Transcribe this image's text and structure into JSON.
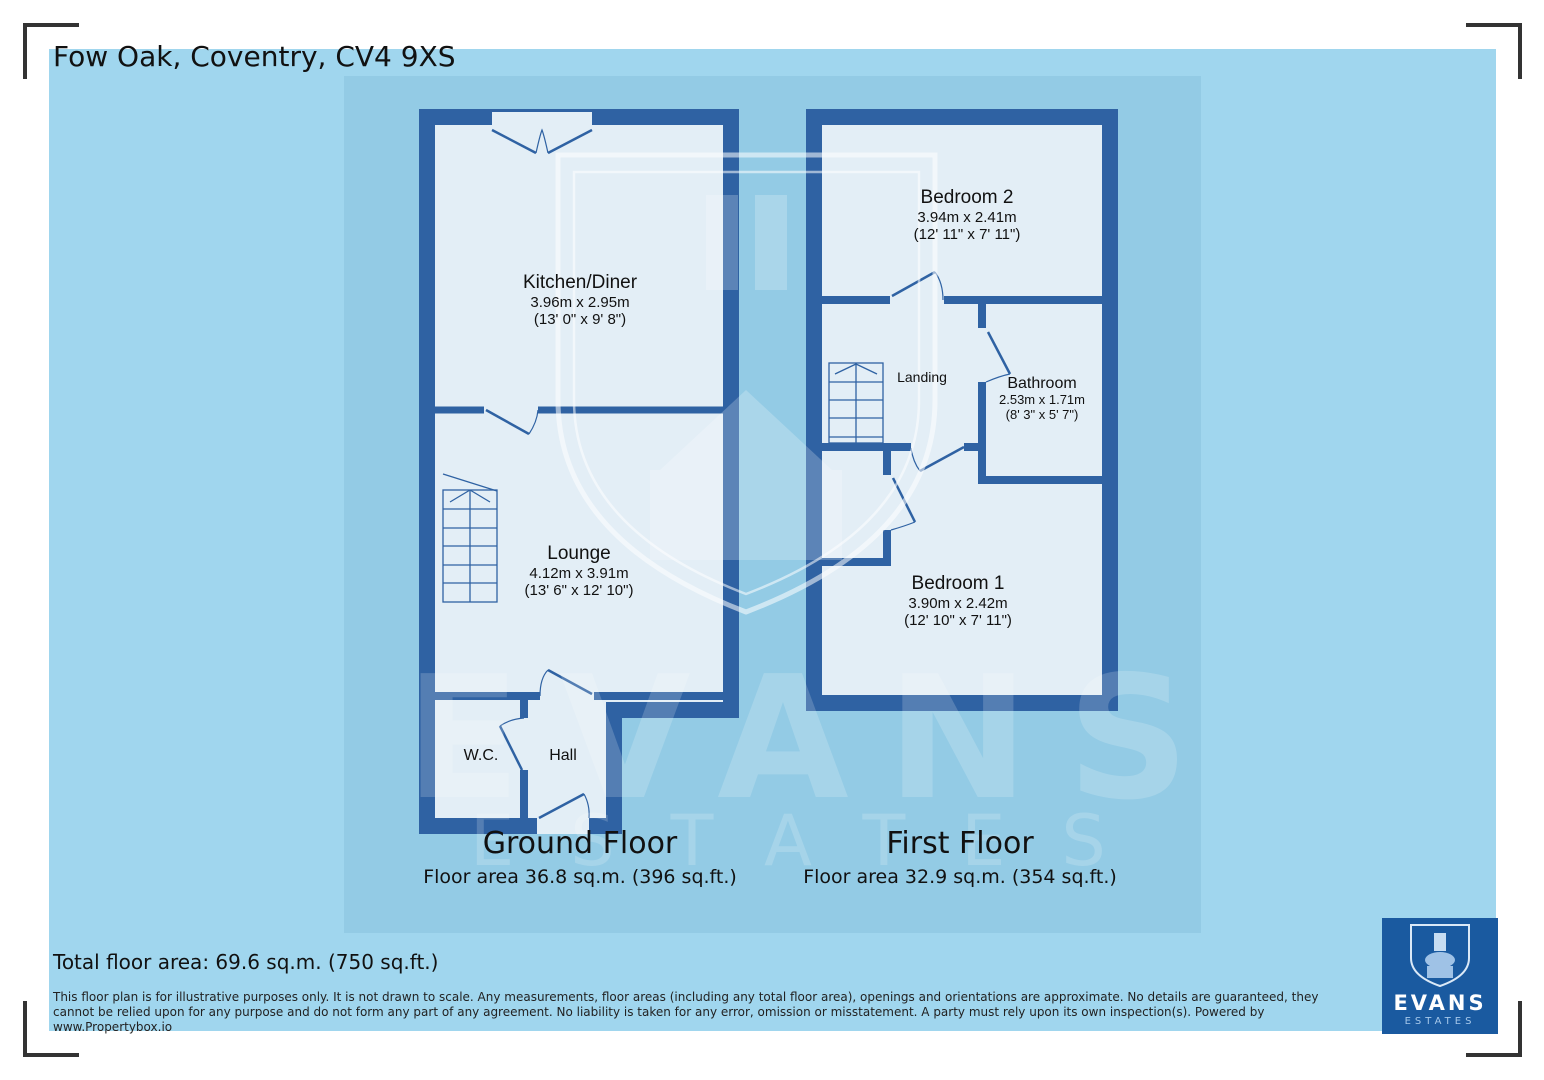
{
  "header": {
    "address": "Fow Oak, Coventry, CV4 9XS"
  },
  "colors": {
    "page_bg": "#ffffff",
    "outer_panel": "#a0d6ee",
    "inner_panel": "#93cbe5",
    "wall": "#2f62a3",
    "room_fill": "#e3eef6",
    "logo_bg": "#1a5aa0"
  },
  "floors": [
    {
      "name": "Ground Floor",
      "area": "Floor area 36.8 sq.m. (396 sq.ft.)",
      "rooms": [
        {
          "name": "Kitchen/Diner",
          "metric": "3.96m x 2.95m",
          "imperial": "(13' 0\" x 9' 8\")"
        },
        {
          "name": "Lounge",
          "metric": "4.12m x 3.91m",
          "imperial": "(13' 6\" x 12' 10\")"
        },
        {
          "name": "W.C.",
          "metric": "",
          "imperial": ""
        },
        {
          "name": "Hall",
          "metric": "",
          "imperial": ""
        }
      ]
    },
    {
      "name": "First Floor",
      "area": "Floor area 32.9 sq.m. (354 sq.ft.)",
      "rooms": [
        {
          "name": "Bedroom 2",
          "metric": "3.94m x 2.41m",
          "imperial": "(12' 11\" x 7' 11\")"
        },
        {
          "name": "Landing",
          "metric": "",
          "imperial": ""
        },
        {
          "name": "Bathroom",
          "metric": "2.53m x 1.71m",
          "imperial": "(8' 3\" x 5' 7\")"
        },
        {
          "name": "Bedroom 1",
          "metric": "3.90m x 2.42m",
          "imperial": "(12' 10\" x 7' 11\")"
        }
      ]
    }
  ],
  "footer": {
    "total": "Total floor area: 69.6 sq.m. (750 sq.ft.)",
    "disclaimer": "This floor plan is for illustrative purposes only. It is not drawn to scale. Any measurements, floor areas (including any total floor area), openings and orientations are approximate. No details are guaranteed, they cannot be relied upon for any purpose and do not form any part of any agreement. No liability is taken for any error, omission or misstatement. A party must rely upon its own inspection(s). Powered by www.Propertybox.io"
  },
  "logo": {
    "brand": "EVANS",
    "sub": "ESTATES",
    "icon": "shield-elephant-castle-icon"
  },
  "watermark": {
    "brand": "EVANS",
    "sub": "ESTATES"
  }
}
